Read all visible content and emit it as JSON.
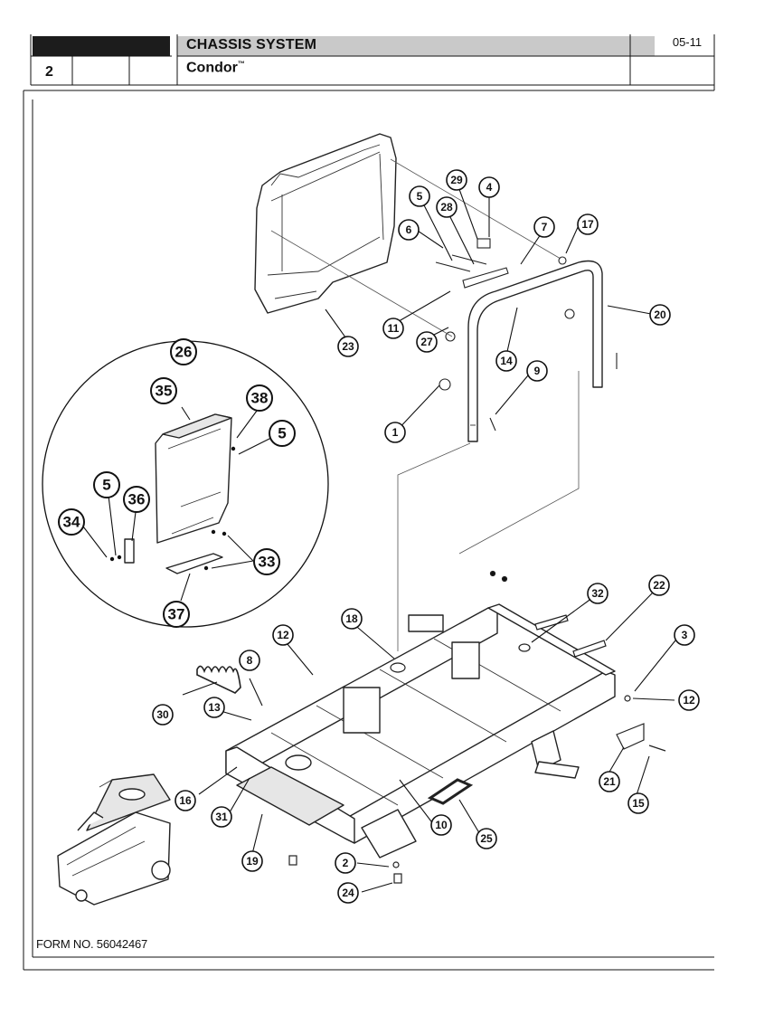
{
  "header": {
    "section_title": "CHASSIS SYSTEM",
    "model": "Condor",
    "trademark": "™",
    "date": "05-11",
    "page_number": "2"
  },
  "footer": {
    "form_number": "FORM NO. 56042467"
  },
  "diagram": {
    "callouts": [
      "1",
      "2",
      "3",
      "4",
      "5",
      "6",
      "7",
      "8",
      "9",
      "10",
      "11",
      "12",
      "13",
      "14",
      "15",
      "16",
      "17",
      "18",
      "19",
      "20",
      "21",
      "22",
      "23",
      "24",
      "25",
      "26",
      "27",
      "28",
      "29",
      "30",
      "31",
      "32",
      "33",
      "34",
      "35",
      "36",
      "37",
      "38"
    ],
    "detail_callouts": [
      "26",
      "35",
      "38",
      "5",
      "5",
      "36",
      "34",
      "33",
      "37"
    ]
  },
  "colors": {
    "header_black": "#1c1c1c",
    "header_gray": "#c9c9c9",
    "line": "#111111"
  }
}
